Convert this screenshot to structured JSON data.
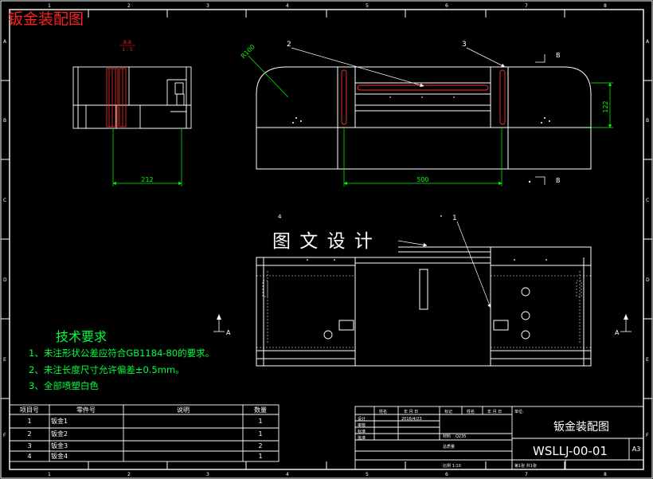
{
  "header_title": "钣金装配图",
  "colors": {
    "background": "#000000",
    "line": "#ffffff",
    "red": "#ff2020",
    "green": "#00ff00",
    "dim": "#00ff40"
  },
  "zones_top": [
    "1",
    "2",
    "3",
    "4",
    "5",
    "6",
    "7",
    "8"
  ],
  "zones_bottom": [
    "1",
    "2",
    "3",
    "4",
    "5",
    "6",
    "7",
    "8"
  ],
  "zones_side": [
    "A",
    "B",
    "C",
    "D",
    "E",
    "F"
  ],
  "section_view": {
    "label": "B-B",
    "scale": "1 : 5"
  },
  "dims": {
    "d212": "212",
    "d500": "500",
    "d122": "122",
    "radius": "R100"
  },
  "balloons": {
    "b1": "1",
    "b2": "2",
    "b3": "3",
    "b4": "4"
  },
  "section_marks": {
    "b_top": "B",
    "b_bottom": "B",
    "a_left": "A",
    "a_right": "A"
  },
  "watermark": "图 文 设 计",
  "tech": {
    "title": "技术要求",
    "items": [
      "1、未注形状公差应符合GB1184-80的要求。",
      "2、未注长度尺寸允许偏差±0.5mm。",
      "3、全部喷塑白色"
    ]
  },
  "bom": {
    "headers": [
      "项目号",
      "零件号",
      "说明",
      "数量"
    ],
    "rows": [
      {
        "no": "1",
        "part": "钣金1",
        "desc": "",
        "qty": "1"
      },
      {
        "no": "2",
        "part": "钣金2",
        "desc": "",
        "qty": "1"
      },
      {
        "no": "3",
        "part": "钣金3",
        "desc": "",
        "qty": "2"
      },
      {
        "no": "4",
        "part": "钣金4",
        "desc": "",
        "qty": "1"
      }
    ]
  },
  "title_block": {
    "h_name": "姓名",
    "h_date": "年 月 日",
    "h_sign": "标记",
    "h_name2": "姓名",
    "h_date2": "年 月 日",
    "h_unit": "单位:",
    "r_design": "设计",
    "r_check": "审核",
    "r_proc": "标准",
    "r_approve": "批准",
    "date": "2016/4/23",
    "material_label": "材料",
    "material": "Q235",
    "weight_label": "总质量",
    "ratio_label": "比例 1:10",
    "sheet_label": "第1张 共1张",
    "name": "钣金装配图",
    "code": "WSLLJ-00-01",
    "size": "A3"
  }
}
